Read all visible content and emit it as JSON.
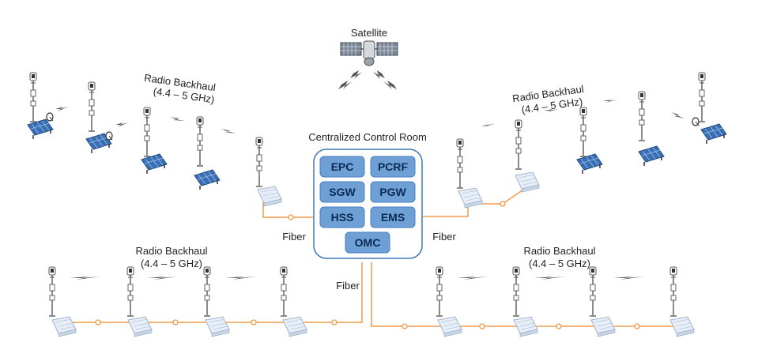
{
  "labels": {
    "satellite": "Satellite",
    "control_room": "Centralized Control Room",
    "fiber": "Fiber",
    "backhaul_title": "Radio Backhaul",
    "backhaul_band": "(4.4 – 5 GHz)"
  },
  "core_modules": [
    "EPC",
    "PCRF",
    "SGW",
    "PGW",
    "HSS",
    "EMS",
    "OMC"
  ],
  "colors": {
    "fiber": "#f29a4a",
    "box_border": "#3b78b8",
    "module_fill": "#6ea0d6",
    "module_text": "#0b2a55",
    "panel": "#3b6fb5",
    "mast": "#8a8a8a",
    "link": "#555555"
  },
  "icons": [
    "satellite-icon",
    "tower-icon",
    "solar-panel-icon",
    "dish-icon",
    "base-station-icon",
    "fiber-coupler-icon",
    "radio-link-icon"
  ]
}
